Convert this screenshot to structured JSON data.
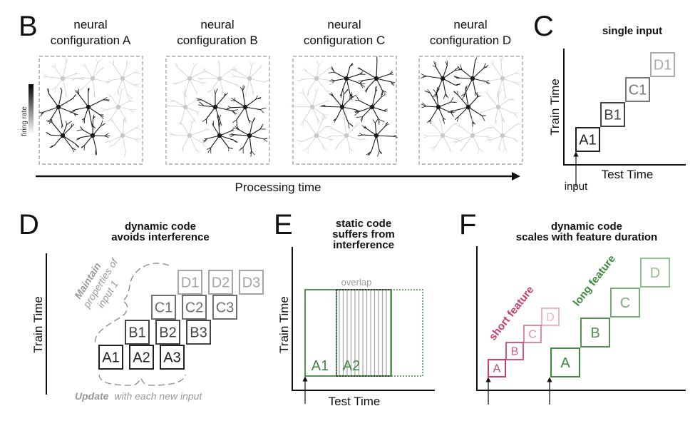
{
  "panels": {
    "B": {
      "label": "B",
      "configs": [
        {
          "line1": "neural",
          "line2": "configuration A"
        },
        {
          "line1": "neural",
          "line2": "configuration B"
        },
        {
          "line1": "neural",
          "line2": "configuration C"
        },
        {
          "line1": "neural",
          "line2": "configuration D"
        }
      ],
      "colorbar_label": "firing rate",
      "time_axis_label": "Processing time"
    },
    "C": {
      "label": "C",
      "title": "single input",
      "ylabel": "Train Time",
      "xlabel": "Test Time",
      "arrow_label": "input",
      "boxes": [
        {
          "text": "A1",
          "color": "#222222"
        },
        {
          "text": "B1",
          "color": "#444444"
        },
        {
          "text": "C1",
          "color": "#777777"
        },
        {
          "text": "D1",
          "color": "#aaaaaa"
        }
      ]
    },
    "D": {
      "label": "D",
      "title_line1": "dynamic code",
      "title_line2": "avoids interference",
      "ylabel": "Train Time",
      "maintain_bold": "Maintain",
      "maintain_rest1": "properties of",
      "maintain_rest2": "input 1",
      "update_bold": "Update",
      "update_rest": "with each new input",
      "rows": [
        {
          "items": [
            "A1",
            "A2",
            "A3"
          ],
          "color": "#222222"
        },
        {
          "items": [
            "B1",
            "B2",
            "B3"
          ],
          "color": "#444444"
        },
        {
          "items": [
            "C1",
            "C2",
            "C3"
          ],
          "color": "#6e6e6e"
        },
        {
          "items": [
            "D1",
            "D2",
            "D3"
          ],
          "color": "#a5a5a5"
        }
      ]
    },
    "E": {
      "label": "E",
      "title_line1": "static code",
      "title_line2": "suffers from",
      "title_line3": "interference",
      "ylabel": "Train Time",
      "xlabel": "Test Time",
      "overlap_label": "overlap",
      "box1": "A1",
      "box2": "A2",
      "color": "#3e8a3e"
    },
    "F": {
      "label": "F",
      "title_line1": "dynamic code",
      "title_line2": "scales with feature duration",
      "short_label": "short feature",
      "long_label": "long feature",
      "short_color": "#c83c6e",
      "long_color": "#3e8a3e",
      "short_boxes": [
        "A",
        "B",
        "C",
        "D"
      ],
      "long_boxes": [
        "A",
        "B",
        "C",
        "D"
      ]
    }
  }
}
